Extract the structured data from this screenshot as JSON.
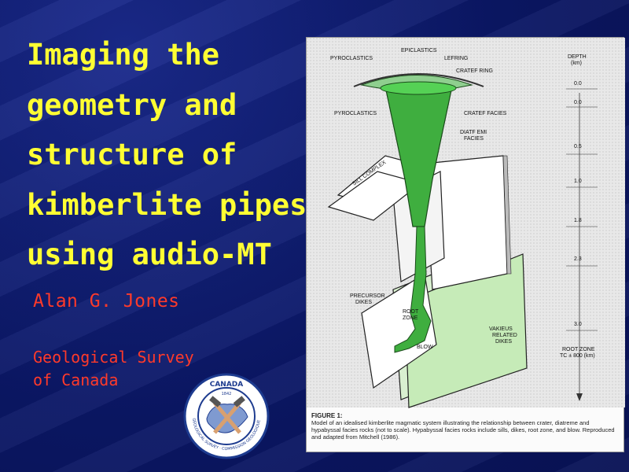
{
  "slide": {
    "title_lines": [
      "Imaging the",
      "geometry and",
      "structure of",
      "kimberlite pipes",
      "using audio-MT"
    ],
    "author": "Alan G. Jones",
    "org_lines": [
      "Geological Survey",
      "of Canada"
    ]
  },
  "seal": {
    "top_text": "CANADA",
    "year": "1842",
    "ring_text": "GEOLOGICAL SURVEY · COMMISSION GÉOLOGIQUE"
  },
  "figure": {
    "labels": {
      "epiclastics": "EPICLASTICS",
      "pyroclastics_top": "PYROCLASTICS",
      "lefring": "LEFRING",
      "crater_ring": "CRATEF RING",
      "pyroclastics_mid": "PYROCLASTICS",
      "crater_facies": "CRATEF FACIES",
      "diatreme_facies_1": "DIATF EMI",
      "diatreme_facies_2": "FACIES",
      "sill_complex": "SILL COMPLEX",
      "precursor_1": "PRECURSOR",
      "precursor_2": "DIKES",
      "root_zone_1": "ROOT",
      "root_zone_2": "ZONE",
      "blow": "BLOW",
      "related_1": "VAKIEUS",
      "related_2": "RELATED",
      "related_3": "DIKES",
      "depth_1": "DEPTH",
      "depth_2": "(km)",
      "root_zone_depth_1": "ROOT ZONE",
      "root_zone_depth_2": "TC ± 800 (km)"
    },
    "depths": [
      "0.0",
      "0.0",
      "0.5",
      "1.0",
      "1.8",
      "2.3",
      "3.0"
    ],
    "caption_title": "FIGURE 1:",
    "caption_text": "Model of an idealised kimberlite magmatic system illustrating the relationship between crater, diatreme and hypabyssal facies rocks (not to scale). Hypabyssal facies rocks include sills, dikes, root zone, and blow. Reproduced and adapted from Mitchell (1986)."
  }
}
